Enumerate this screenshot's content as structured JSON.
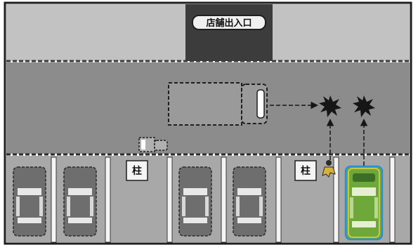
{
  "entrance_label": "店舗出入口",
  "pillar_labels": [
    "柱",
    "柱"
  ],
  "colors": {
    "background": "#ffffff",
    "frame": "#1e1e1e",
    "storefront": "#c2c2c2",
    "entrance": "#3c3c3c",
    "road": "#8c8c8c",
    "parking": "#a8a8a8",
    "parked_car": "#6e6e6e",
    "highlight_car": "#6fa83a",
    "highlight_outline": "#2a8fd4",
    "collision_mark": "#161616",
    "pedestrian": "#d9b23a"
  },
  "icons": [
    "truck-icon",
    "small-truck-icon",
    "parked-car-icon",
    "highlighted-car-icon",
    "pedestrian-icon",
    "collision-burst-icon",
    "arrow-icon"
  ]
}
